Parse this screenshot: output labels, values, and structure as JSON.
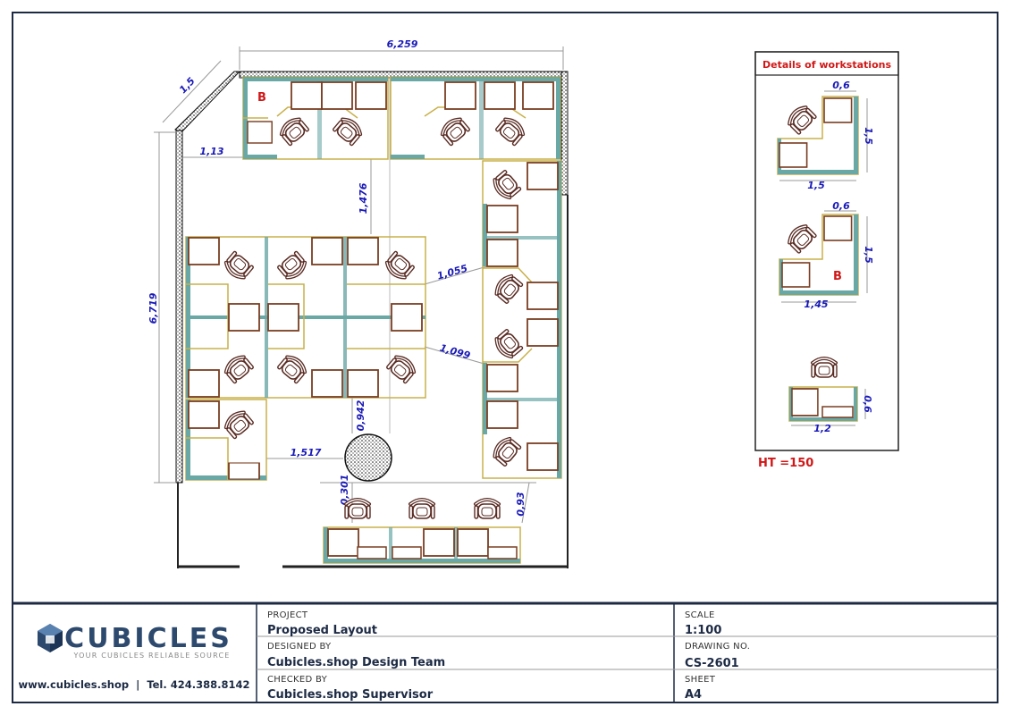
{
  "drawing": {
    "details_title": "Details of workstations",
    "ht_note": "HT =150",
    "label_b": "B",
    "dimensions": {
      "top_width": "6,259",
      "left_height": "6,719",
      "corner": "1,5",
      "left_gap": "1,13",
      "vertical_gap": "1,476",
      "diag_gap_1": "1,055",
      "diag_gap_2": "1,099",
      "bottom_gap": "1,517",
      "table_gap": "0,942",
      "entry_gap": "0,301",
      "right_small": "0,93"
    },
    "details_dims": {
      "d1_top": "0,6",
      "d1_side": "1,5",
      "d1_bottom": "1,5",
      "d2_top": "0,6",
      "d2_side": "1,5",
      "d2_bottom": "1,45",
      "d3_side": "0,6",
      "d3_bottom": "1,2"
    }
  },
  "title_block": {
    "brand": "CUBICLES",
    "tagline": "YOUR CUBICLES RELIABLE SOURCE",
    "contact": "www.cubicles.shop  |  Tel. 424.388.8142",
    "project_label": "PROJECT",
    "project_value": "Proposed Layout",
    "designed_label": "DESIGNED BY",
    "designed_value": "Cubicles.shop Design Team",
    "checked_label": "CHECKED BY",
    "checked_value": "Cubicles.shop Supervisor",
    "scale_label": "SCALE",
    "scale_value": "1:100",
    "drawing_no_label": "DRAWING NO.",
    "drawing_no_value": "CS-2601",
    "sheet_label": "SHEET",
    "sheet_value": "A4"
  },
  "colors": {
    "frame": "#1c2a44",
    "teal": "#6aa8a6",
    "desk": "#c8b04a",
    "chair": "#5a2c24",
    "dimension": "#1a1ab8",
    "red": "#d01818",
    "brand": "#2d4a6e"
  }
}
